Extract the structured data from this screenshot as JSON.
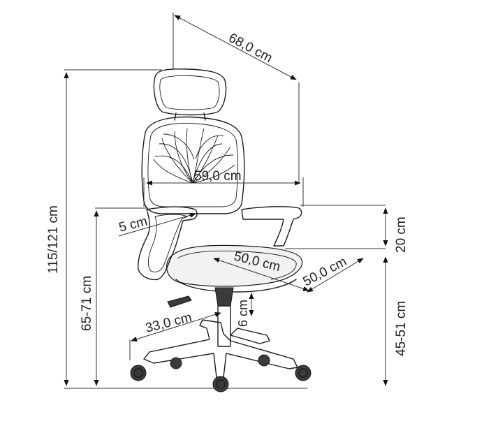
{
  "diagram": {
    "subject": "office chair dimension drawing",
    "line_color": "#1b1b1b",
    "dimensions": {
      "depth_top": "68,0 cm",
      "width_back": "59,0 cm",
      "armrest_offset": "5 cm",
      "armrest_height": "20 cm",
      "seat_width": "50,0 cm",
      "seat_depth": "50,0 cm",
      "total_height": "115/121 cm",
      "armrest_floor_height": "65-71 cm",
      "seat_height": "45-51 cm",
      "base_radius": "33,0 cm",
      "lift_travel": "6 cm"
    }
  }
}
